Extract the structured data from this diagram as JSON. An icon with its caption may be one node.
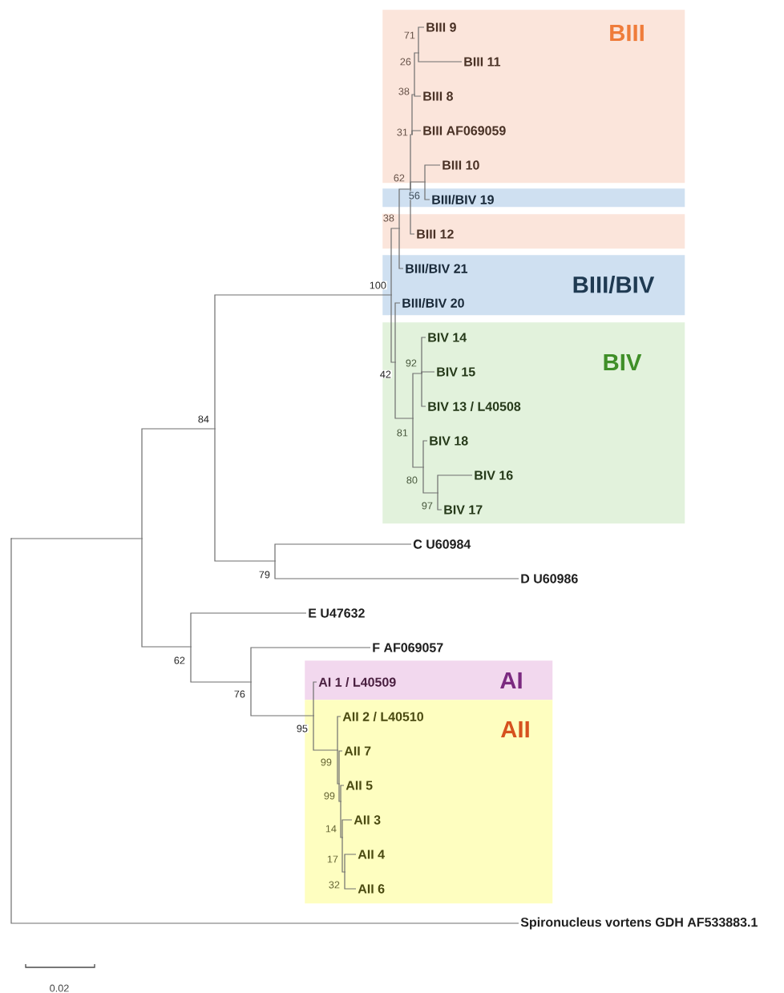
{
  "diagram": {
    "nodes": [
      {
        "text": [
          "BIII"
        ]
      },
      {
        "text": [],
        "shape": "box"
      },
      {
        "text": [],
        "shape": "box"
      },
      {
        "text": [
          "BIII/BIV"
        ]
      },
      {
        "text": [
          "BIV"
        ]
      },
      {
        "text": [
          "AI"
        ]
      },
      {
        "text": [
          "AII"
        ]
      },
      {
        "text": [
          "BIII 9"
        ],
        "in": 0
      },
      {
        "text": [
          "BIII 11"
        ],
        "in": 0
      },
      {
        "text": [
          "BIII 8"
        ],
        "in": 0
      },
      {
        "text": [
          "BIII AF069059"
        ],
        "in": 0
      },
      {
        "text": [
          "BIII 10"
        ],
        "in": 0
      },
      {
        "text": [
          "BIII/BIV 19"
        ],
        "in": 1
      },
      {
        "text": [
          "BIII 12"
        ],
        "in": 2
      },
      {
        "text": [
          "BIII/BIV 21"
        ],
        "in": 3
      },
      {
        "text": [
          "BIII/BIV 20"
        ],
        "in": 3
      },
      {
        "text": [
          "BIV 14"
        ],
        "in": 4
      },
      {
        "text": [
          "BIV 15"
        ],
        "in": 4
      },
      {
        "text": [
          "BIV 13 / L40508"
        ],
        "in": 4
      },
      {
        "text": [
          "BIV 18"
        ],
        "in": 4
      },
      {
        "text": [
          "BIV 16"
        ],
        "in": 4
      },
      {
        "text": [
          "BIV 17"
        ],
        "in": 4
      },
      {
        "text": [
          "C U60984"
        ]
      },
      {
        "text": [
          "D U60986"
        ]
      },
      {
        "text": [
          "E U47632"
        ]
      },
      {
        "text": [
          "F AF069057"
        ]
      },
      {
        "text": [
          "AI 1 / L40509"
        ],
        "in": 5
      },
      {
        "text": [
          "AII 2 / L40510"
        ],
        "in": 6
      },
      {
        "text": [
          "AII 7"
        ],
        "in": 6
      },
      {
        "text": [
          "AII 5"
        ],
        "in": 6
      },
      {
        "text": [
          "AII 3"
        ],
        "in": 6
      },
      {
        "text": [
          "AII 4"
        ],
        "in": 6
      },
      {
        "text": [
          "AII 6"
        ],
        "in": 6
      },
      {
        "text": [
          "Spironucleus vortens GDH AF533883.1"
        ]
      },
      {
        "text": [],
        "shape": "point"
      },
      {
        "text": [],
        "shape": "point"
      },
      {
        "text": [],
        "shape": "point"
      },
      {
        "text": [],
        "shape": "point"
      },
      {
        "text": [],
        "shape": "point",
        "in": 3
      },
      {
        "text": [],
        "shape": "point"
      },
      {
        "text": [],
        "shape": "point"
      },
      {
        "text": [],
        "shape": "point",
        "in": 2
      },
      {
        "text": [],
        "shape": "point",
        "in": 4
      },
      {
        "text": [],
        "shape": "point",
        "in": 6
      },
      {
        "text": [],
        "shape": "point",
        "in": 1
      },
      {
        "text": [],
        "shape": "point",
        "in": 4
      },
      {
        "text": [],
        "shape": "point",
        "in": 6
      },
      {
        "text": [],
        "shape": "point",
        "in": 0
      },
      {
        "text": [],
        "shape": "point",
        "in": 0
      },
      {
        "text": [],
        "shape": "point",
        "in": 4
      },
      {
        "text": [],
        "shape": "point",
        "in": 4
      },
      {
        "text": [],
        "shape": "point",
        "in": 6
      },
      {
        "text": [],
        "shape": "point",
        "in": 0
      },
      {
        "text": [],
        "shape": "point",
        "in": 4
      },
      {
        "text": [],
        "shape": "point",
        "in": 6
      },
      {
        "text": [],
        "shape": "point",
        "in": 0
      },
      {
        "text": [],
        "shape": "point",
        "in": 6
      },
      {
        "text": [],
        "shape": "point",
        "in": 6
      }
    ],
    "edges": [
      {
        "from": 34,
        "to": 35,
        "arrow": "none"
      },
      {
        "from": 34,
        "to": 33,
        "arrow": "none"
      },
      {
        "from": 35,
        "to": 36,
        "arrow": "none"
      },
      {
        "from": 35,
        "to": 37,
        "arrow": "none"
      },
      {
        "from": 36,
        "to": 38,
        "arrow": "none"
      },
      {
        "from": 36,
        "to": 39,
        "arrow": "none"
      },
      {
        "from": 37,
        "to": 24,
        "arrow": "none"
      },
      {
        "from": 37,
        "to": 40,
        "arrow": "none"
      },
      {
        "from": 38,
        "to": 41,
        "arrow": "none"
      },
      {
        "from": 38,
        "to": 42,
        "arrow": "none"
      },
      {
        "from": 39,
        "to": 22,
        "arrow": "none"
      },
      {
        "from": 39,
        "to": 23,
        "arrow": "none"
      },
      {
        "from": 40,
        "to": 25,
        "arrow": "none"
      },
      {
        "from": 40,
        "to": 43,
        "arrow": "none"
      },
      {
        "from": 41,
        "to": 44,
        "arrow": "none"
      },
      {
        "from": 41,
        "to": 14,
        "arrow": "none"
      },
      {
        "from": 42,
        "to": 15,
        "arrow": "none"
      },
      {
        "from": 42,
        "to": 45,
        "arrow": "none"
      },
      {
        "from": 43,
        "to": 26,
        "arrow": "none"
      },
      {
        "from": 43,
        "to": 46,
        "arrow": "none"
      },
      {
        "from": 44,
        "to": 47,
        "arrow": "none"
      },
      {
        "from": 44,
        "to": 48,
        "arrow": "none"
      },
      {
        "from": 44,
        "to": 13,
        "arrow": "none"
      },
      {
        "from": 45,
        "to": 49,
        "arrow": "none"
      },
      {
        "from": 45,
        "to": 50,
        "arrow": "none"
      },
      {
        "from": 46,
        "to": 27,
        "arrow": "none"
      },
      {
        "from": 46,
        "to": 51,
        "arrow": "none"
      },
      {
        "from": 47,
        "to": 52,
        "arrow": "none"
      },
      {
        "from": 47,
        "to": 10,
        "arrow": "none"
      },
      {
        "from": 48,
        "to": 11,
        "arrow": "none"
      },
      {
        "from": 48,
        "to": 12,
        "arrow": "none"
      },
      {
        "from": 49,
        "to": 16,
        "arrow": "none"
      },
      {
        "from": 49,
        "to": 17,
        "arrow": "none"
      },
      {
        "from": 49,
        "to": 18,
        "arrow": "none"
      },
      {
        "from": 50,
        "to": 19,
        "arrow": "none"
      },
      {
        "from": 50,
        "to": 53,
        "arrow": "none"
      },
      {
        "from": 51,
        "to": 28,
        "arrow": "none"
      },
      {
        "from": 51,
        "to": 54,
        "arrow": "none"
      },
      {
        "from": 52,
        "to": 55,
        "arrow": "none"
      },
      {
        "from": 52,
        "to": 9,
        "arrow": "none"
      },
      {
        "from": 53,
        "to": 20,
        "arrow": "none"
      },
      {
        "from": 53,
        "to": 21,
        "arrow": "none"
      },
      {
        "from": 54,
        "to": 29,
        "arrow": "none"
      },
      {
        "from": 54,
        "to": 56,
        "arrow": "none"
      },
      {
        "from": 55,
        "to": 7,
        "arrow": "none"
      },
      {
        "from": 55,
        "to": 8,
        "arrow": "none"
      },
      {
        "from": 56,
        "to": 30,
        "arrow": "none"
      },
      {
        "from": 56,
        "to": 57,
        "arrow": "none"
      },
      {
        "from": 57,
        "to": 31,
        "arrow": "none"
      },
      {
        "from": 57,
        "to": 32,
        "arrow": "none"
      }
    ],
    "labels": [
      "71",
      "26",
      "38",
      "31",
      "62",
      "56",
      "38",
      "100",
      "92",
      "42",
      "84",
      "81",
      "80",
      "97",
      "79",
      "62",
      "76",
      "95",
      "99",
      "99",
      "14",
      "17",
      "32",
      "0.02"
    ]
  }
}
